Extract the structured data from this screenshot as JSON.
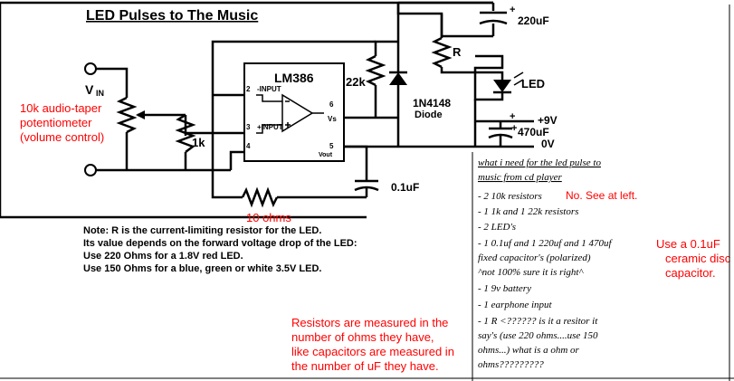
{
  "title": "LED Pulses to The Music",
  "components": {
    "ic": "LM386",
    "ic_pins": {
      "pin2": "-INPUT",
      "pin3": "+INPUT",
      "p2": "2",
      "p3": "3",
      "p4": "4",
      "p5": "5",
      "p6": "6",
      "vs": "Vs",
      "vout": "Vout"
    },
    "c_220": "220uF",
    "r_led": "R",
    "led": "LED",
    "r_22k": "22k",
    "diode": "1N4148",
    "diode_sub": "Diode",
    "plus_9v": "+9V",
    "c_470": "470uF",
    "zero_v": "0V",
    "vin": "V",
    "vin_sub": "IN",
    "r_1k": "1k",
    "c_01": "0.1uF",
    "plus1": "+",
    "plus2": "+",
    "plus3": "+"
  },
  "red_notes": {
    "pot": [
      "10k audio-taper",
      "potentiometer",
      "(volume control)"
    ],
    "ohms": "10 ohms",
    "no_see": "No. See at left.",
    "ceramic": [
      "Use a 0.1uF",
      "ceramic disc",
      "capacitor."
    ],
    "explain": [
      "Resistors are measured in the",
      "number of ohms they have,",
      "like capacitors are measured in",
      "the number of uF they have."
    ]
  },
  "note_lines": [
    "Note: R is the current-limiting resistor for the LED.",
    "Its value depends on the forward voltage drop of the LED:",
    "Use 220 Ohms for a 1.8V red LED.",
    "Use 150 Ohms for a blue, green or white 3.5V LED."
  ],
  "handwritten": {
    "heading": [
      "what i need for the led pulse to",
      "music from cd player"
    ],
    "items": [
      "- 2 10k resistors",
      "- 1 1k and 1 22k resistors",
      "- 2 LED's",
      "- 1 0.1uf and 1 220uf and 1 470uf",
      "fixed capacitor's (polarized)",
      "^not 100% sure it is right^",
      "- 1 9v battery",
      "- 1 earphone input",
      "- 1 R  <?????? is it a resitor it",
      "say's (use 220 ohms....use 150",
      "ohms...) what is a ohm or",
      "ohms?????????"
    ]
  }
}
